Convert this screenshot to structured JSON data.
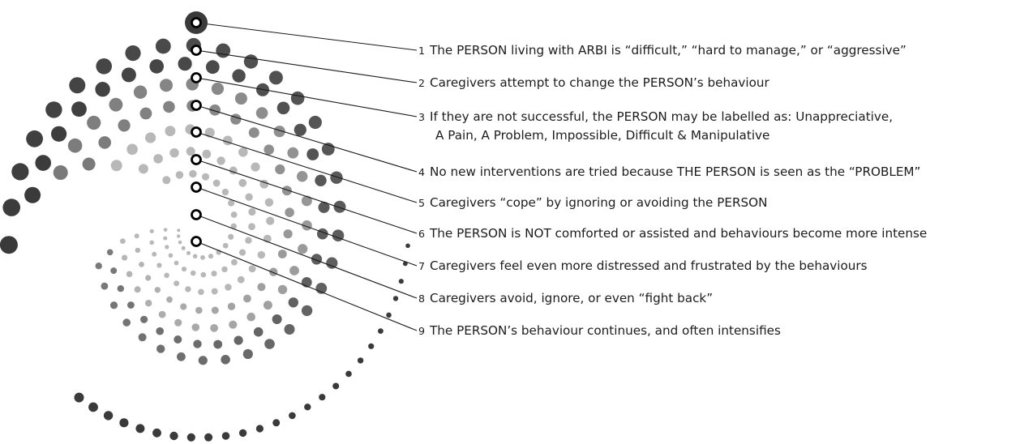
{
  "steps": [
    {
      "num": "1",
      "text": "The PERSON living with ARBI is “difficult,” “hard to manage,” or “aggressive”"
    },
    {
      "num": "2",
      "text": "Caregivers attempt to change the PERSON’s behaviour"
    },
    {
      "num": "3",
      "text": "If they are not successful, the PERSON may be labelled as: Unappreciative,",
      "text2": "A Pain,  A Problem, Impossible, Difficult & Manipulative"
    },
    {
      "num": "4",
      "text": "No new interventions are tried because THE PERSON is seen as the “PROBLEM”"
    },
    {
      "num": "5",
      "text": "Caregivers “cope” by ignoring or avoiding the PERSON"
    },
    {
      "num": "6",
      "text": "The PERSON is NOT comforted or assisted and behaviours become more intense"
    },
    {
      "num": "7",
      "text": "Caregivers feel even more distressed and frustrated by the behaviours"
    },
    {
      "num": "8",
      "text": "Caregivers avoid, ignore, or even “fight back”"
    },
    {
      "num": "9",
      "text": "The PERSON’s behaviour continues, and often intensifies"
    }
  ],
  "colors": {
    "dark": "#3a3a3a",
    "mid": "#7a7a7a",
    "light": "#b8b8b8",
    "line": "#1a1a1a",
    "text": "#1c1c1c"
  }
}
